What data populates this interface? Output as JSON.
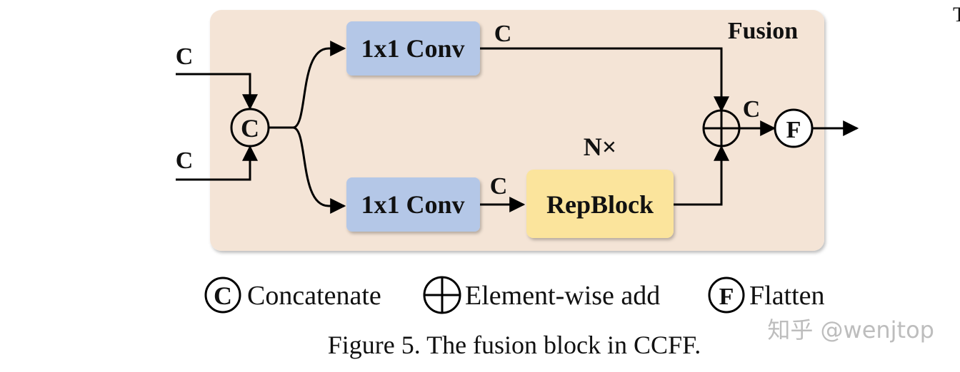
{
  "panel": {
    "title": "Fusion"
  },
  "inputs": {
    "top_label": "C",
    "bottom_label": "C"
  },
  "nodes": {
    "concat_symbol": "C",
    "conv_top": "1x1 Conv",
    "conv_bottom": "1x1 Conv",
    "repblock": "RepBlock",
    "repeat": "N×",
    "flatten_symbol": "F"
  },
  "edges": {
    "conv_top_out": "C",
    "conv_bottom_out": "C",
    "add_out": "C"
  },
  "legend": {
    "concat_symbol": "C",
    "concat_label": "Concatenate",
    "add_label": "Element-wise add",
    "flatten_symbol": "F",
    "flatten_label": "Flatten"
  },
  "caption": "Figure 5. The fusion block in CCFF.",
  "watermark": "知乎 @wenjtop",
  "colors": {
    "panel_fill": "#f4e4d6",
    "conv_fill": "#b4c7e7",
    "repblock_fill": "#fbe49c",
    "line": "#000000"
  }
}
